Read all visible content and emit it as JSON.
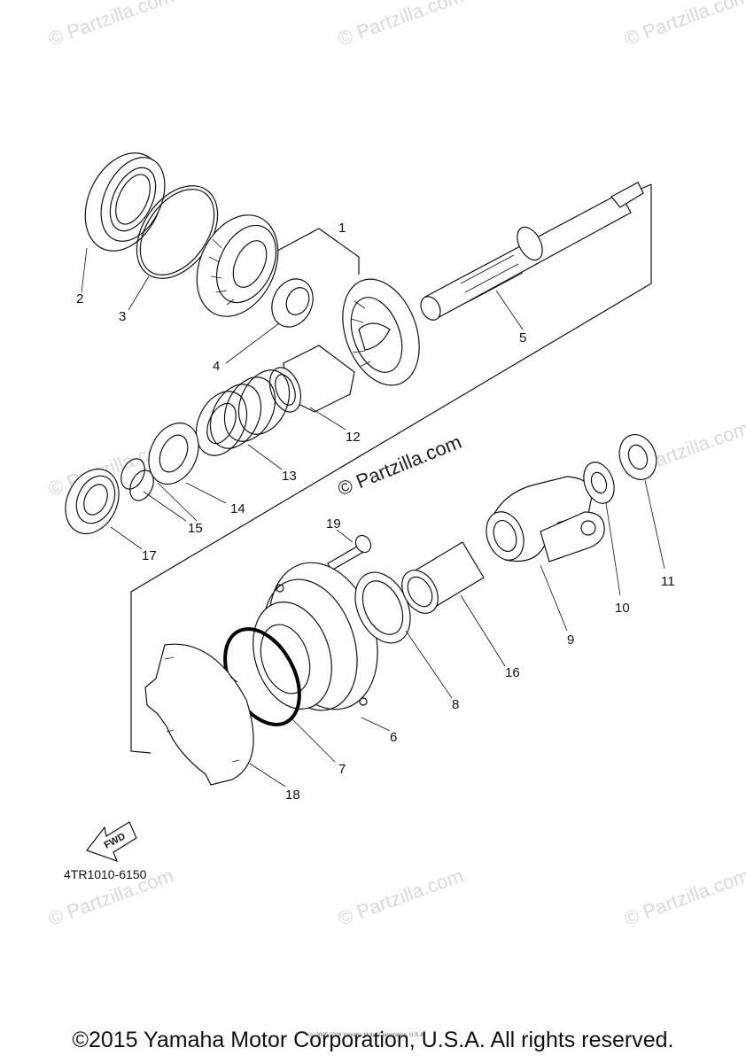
{
  "watermarks": {
    "small": "© Partzilla.com",
    "center": "© Partzilla.com"
  },
  "callouts": {
    "1": "1",
    "2": "2",
    "3": "3",
    "4": "4",
    "5": "5",
    "6": "6",
    "7": "7",
    "8": "8",
    "9": "9",
    "10": "10",
    "11": "11",
    "12": "12",
    "13": "13",
    "14": "14",
    "15": "15",
    "16": "16",
    "17": "17",
    "18": "18",
    "19": "19"
  },
  "fwd_label": "FWD",
  "diagram_code": "4TR1010-6150",
  "fine_print": "(c) 2005-2016 Yamaha Motor Corporation, U.S.A.",
  "copyright": "©2015 Yamaha Motor Corporation, U.S.A. All rights reserved.",
  "colors": {
    "line": "#111111",
    "watermark": "#d9d9d9",
    "highlight_ring": "#000000"
  }
}
